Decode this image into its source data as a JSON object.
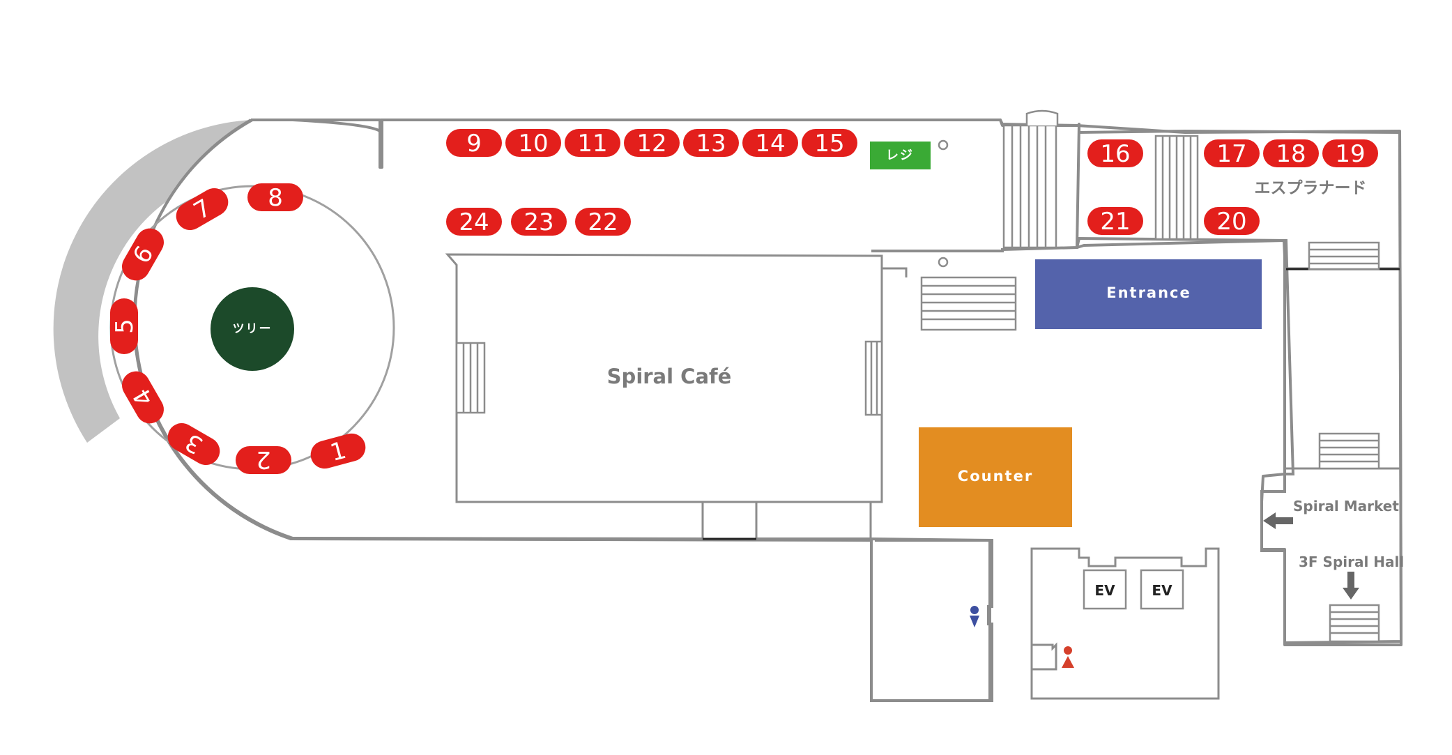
{
  "rooms": {
    "cafe": "Spiral Café",
    "entrance": "Entrance",
    "counter": "Counter",
    "register": "レジ",
    "tree": "ツリー",
    "esplanade": "エスプラナード",
    "elevator_1": "EV",
    "elevator_2": "EV",
    "spiral_market": "Spiral Market",
    "spiral_hall": "3F Spiral Hall"
  },
  "booths": {
    "b1": "1",
    "b2": "2",
    "b3": "3",
    "b4": "4",
    "b5": "5",
    "b6": "6",
    "b7": "7",
    "b8": "8",
    "b9": "9",
    "b10": "10",
    "b11": "11",
    "b12": "12",
    "b13": "13",
    "b14": "14",
    "b15": "15",
    "b16": "16",
    "b17": "17",
    "b18": "18",
    "b19": "19",
    "b20": "20",
    "b21": "21",
    "b22": "22",
    "b23": "23",
    "b24": "24"
  },
  "colors": {
    "booth": "#e31f1c",
    "entrance": "#5463ab",
    "counter": "#e38d21",
    "register": "#3aaa35",
    "tree": "#1c4a2a",
    "walkway": "#c2c2c2",
    "wall": "#8c8c8c",
    "mens_restroom": "#3d4fa0",
    "womens_restroom": "#d5402b"
  }
}
